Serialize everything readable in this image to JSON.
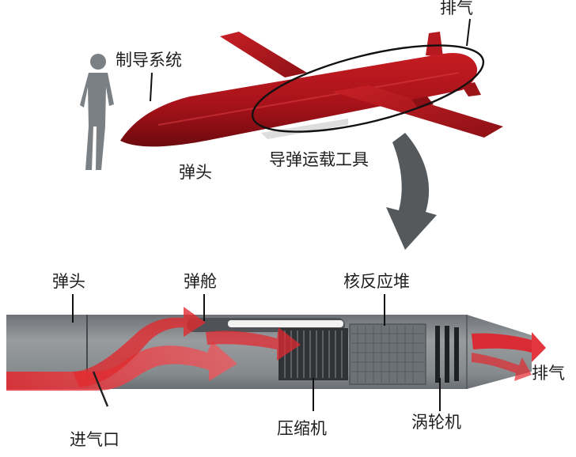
{
  "top_labels": {
    "guidance": "制导系统",
    "exhaust": "排气",
    "warhead": "弹头",
    "carrier": "导弹运载工具"
  },
  "bottom_labels": {
    "warhead": "弹头",
    "bay": "弹舱",
    "reactor": "核反应堆",
    "exhaust": "排气",
    "intake": "进气口",
    "compressor": "压缩机",
    "turbine": "涡轮机"
  },
  "colors": {
    "missile_red": "#b2141a",
    "missile_dark": "#7d0c10",
    "body_grey": "#8a8e91",
    "airflow_red": "#e0202a",
    "silhouette": "#7a7f84"
  }
}
